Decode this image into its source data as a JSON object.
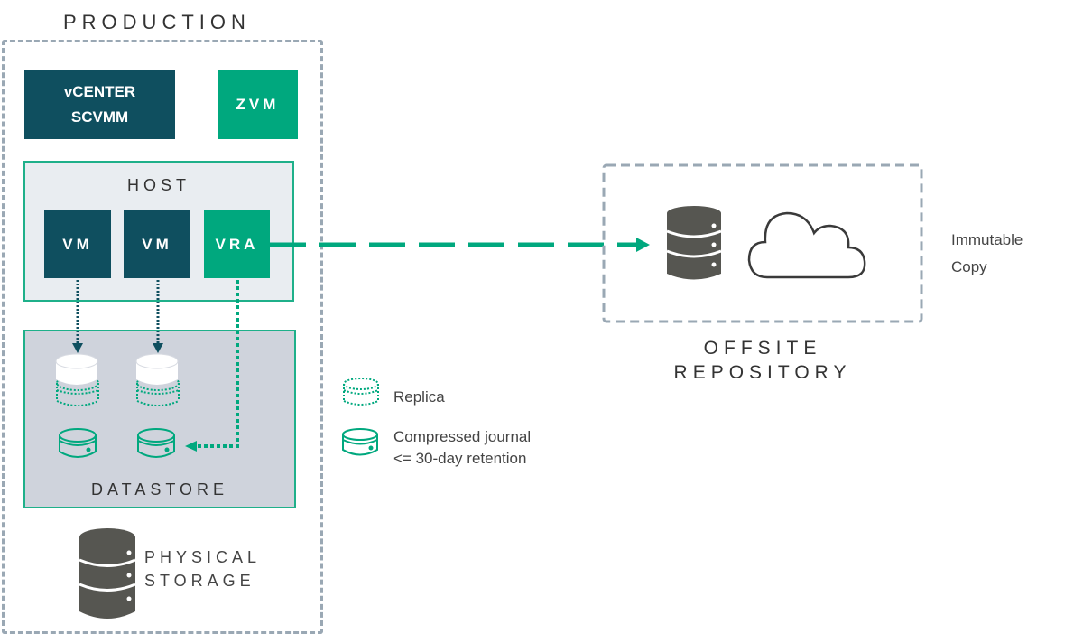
{
  "production": {
    "title": "PRODUCTION",
    "management": {
      "line1": "vCENTER",
      "line2": "SCVMM"
    },
    "zvm": "ZVM",
    "host": {
      "title": "HOST",
      "vms": [
        "VM",
        "VM"
      ],
      "vra": "VRA"
    },
    "datastore": {
      "title": "DATASTORE"
    },
    "physical_storage": {
      "line1": "PHYSICAL",
      "line2": "STORAGE"
    }
  },
  "legend": {
    "replica": "Replica",
    "journal_line1": "Compressed journal",
    "journal_line2": "<= 30-day retention"
  },
  "offsite": {
    "title_line1": "OFFSITE",
    "title_line2": "REPOSITORY",
    "note_line1": "Immutable",
    "note_line2": "Copy"
  },
  "colors": {
    "dark_teal": "#0f4f5f",
    "green": "#00a87e",
    "dashed_border": "#9aa8b4",
    "host_bg": "#e9edf1",
    "datastore_bg": "#cfd3dc",
    "storage_icon": "#565651"
  }
}
